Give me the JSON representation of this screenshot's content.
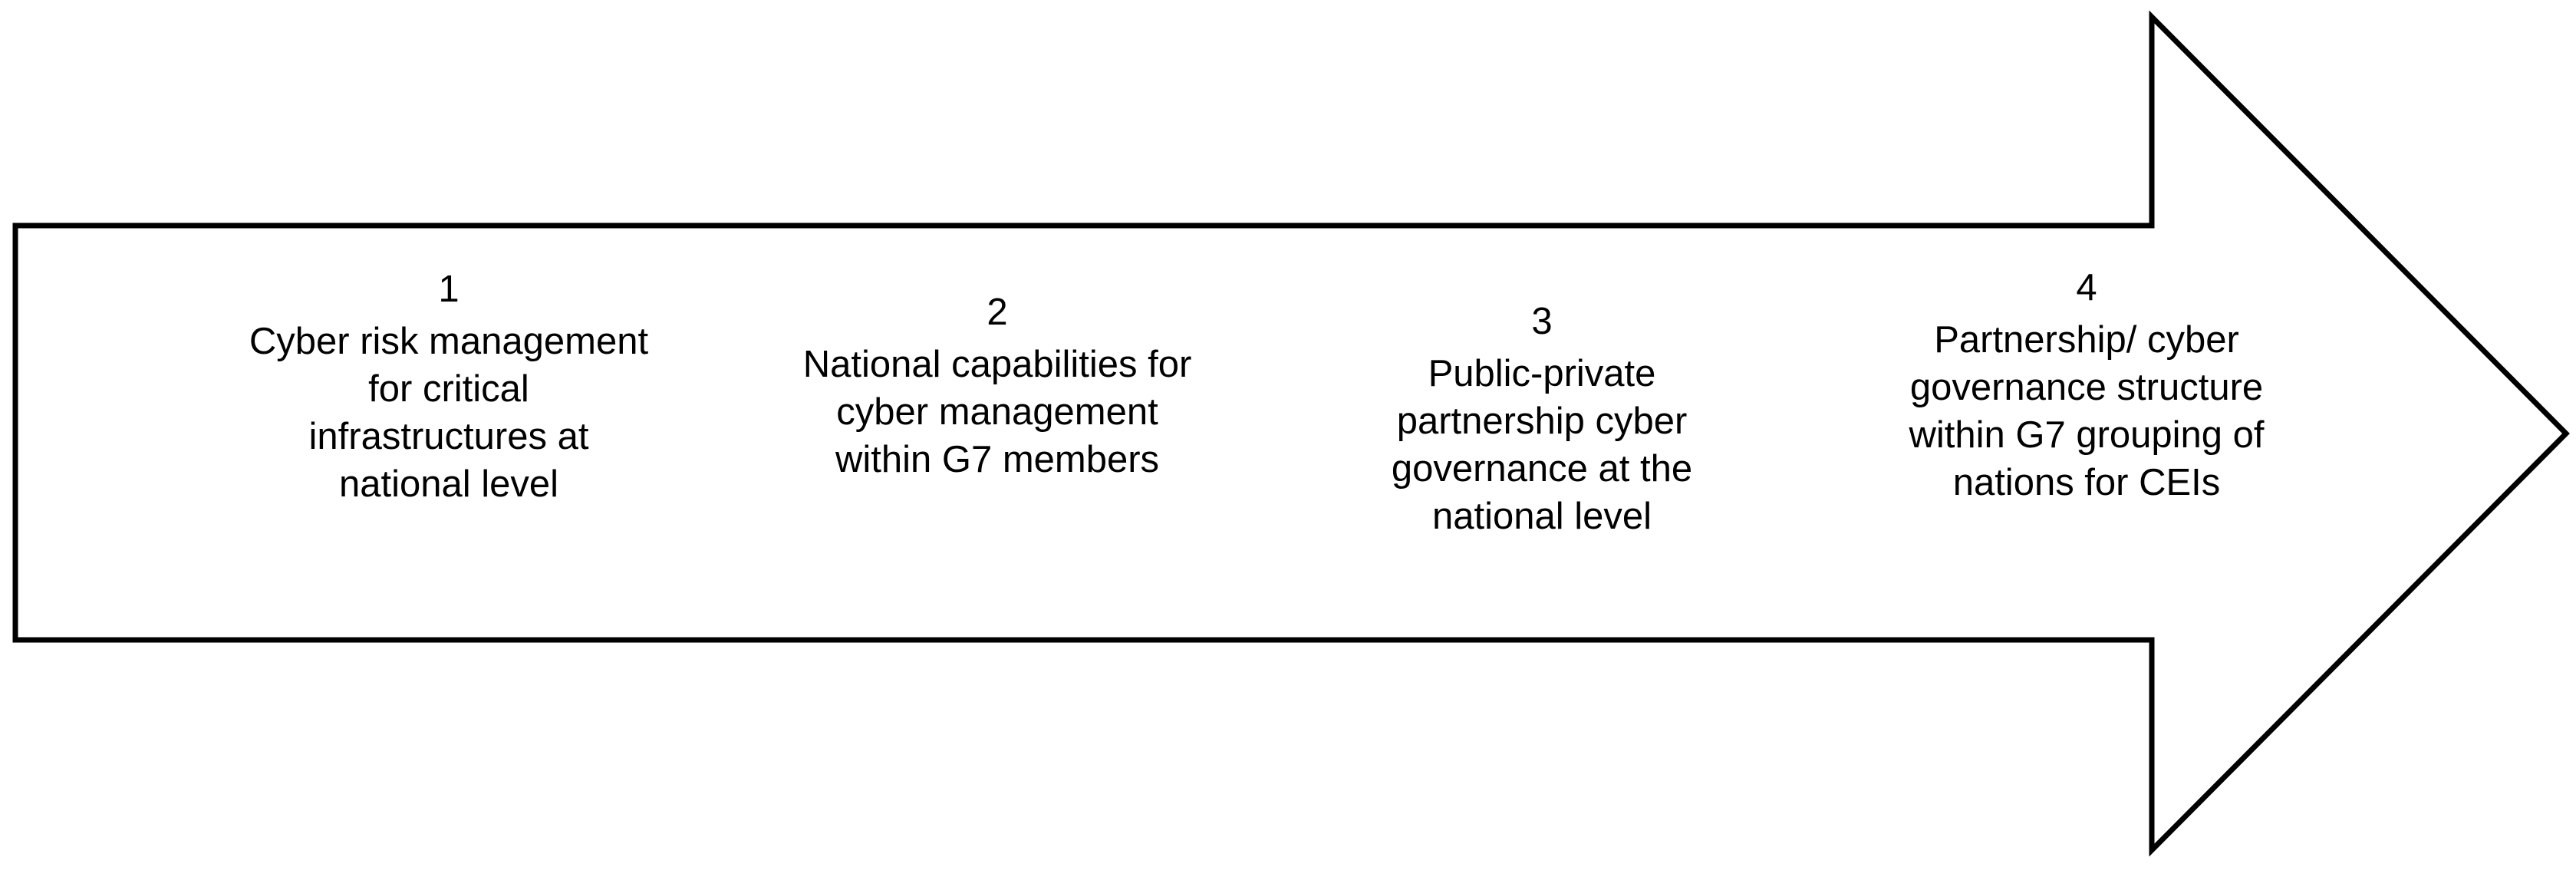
{
  "arrow": {
    "stroke": "#000000",
    "fill": "#ffffff"
  },
  "stages": [
    {
      "number": "1",
      "lines": [
        "Cyber risk management",
        "for critical",
        "infrastructures at",
        "national level"
      ]
    },
    {
      "number": "2",
      "lines": [
        "National capabilities for",
        "cyber management",
        "within G7 members"
      ]
    },
    {
      "number": "3",
      "lines": [
        "Public-private",
        "partnership cyber",
        "governance at the",
        "national level"
      ]
    },
    {
      "number": "4",
      "lines": [
        "Partnership/ cyber",
        "governance structure",
        "within G7 grouping of",
        "nations for CEIs"
      ]
    }
  ]
}
